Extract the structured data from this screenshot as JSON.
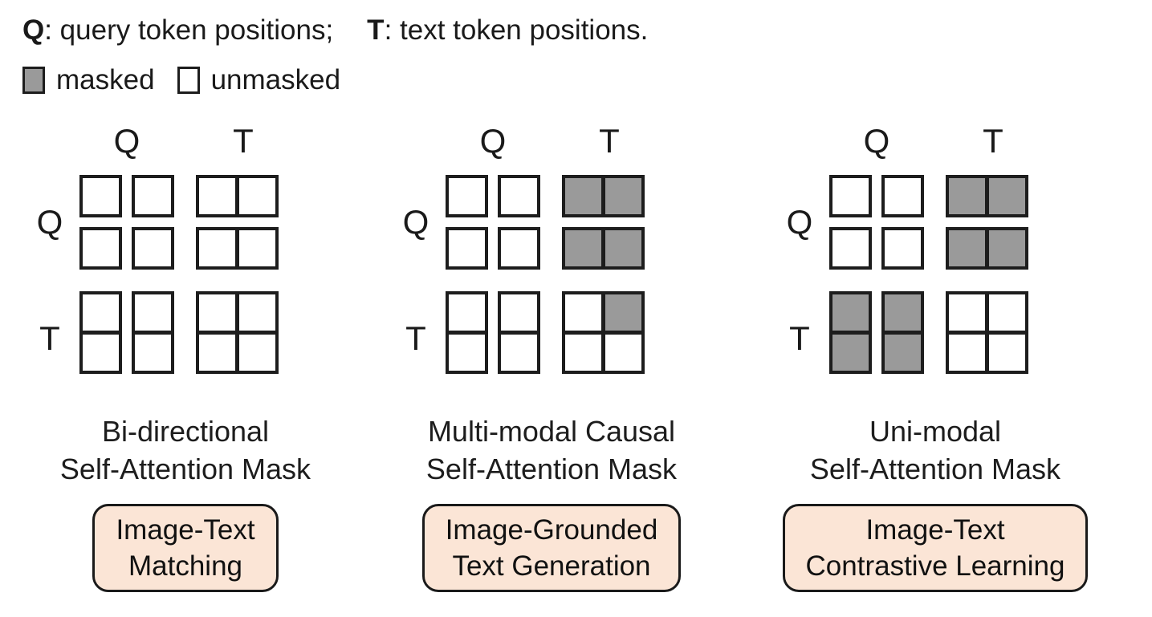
{
  "legend": {
    "q_term": "Q",
    "q_desc": ": query token positions;",
    "t_term": "T",
    "t_desc": ": text token positions.",
    "masked_label": "masked",
    "unmasked_label": "unmasked"
  },
  "colors": {
    "masked": "#9a9a9a",
    "unmasked": "#ffffff",
    "cell_border": "#1d1d1d",
    "pill_bg": "#fbe5d6",
    "pill_border": "#1a1a1a"
  },
  "panels": [
    {
      "col_label_1": "Q",
      "col_label_2": "T",
      "row_label_1": "Q",
      "row_label_2": "T",
      "mask": [
        [
          0,
          0,
          0,
          0
        ],
        [
          0,
          0,
          0,
          0
        ],
        [
          0,
          0,
          0,
          0
        ],
        [
          0,
          0,
          0,
          0
        ]
      ],
      "caption_line1": "Bi-directional",
      "caption_line2": "Self-Attention Mask",
      "pill_line1": "Image-Text",
      "pill_line2": "Matching"
    },
    {
      "col_label_1": "Q",
      "col_label_2": "T",
      "row_label_1": "Q",
      "row_label_2": "T",
      "mask": [
        [
          0,
          0,
          1,
          1
        ],
        [
          0,
          0,
          1,
          1
        ],
        [
          0,
          0,
          0,
          1
        ],
        [
          0,
          0,
          0,
          0
        ]
      ],
      "caption_line1": "Multi-modal Causal",
      "caption_line2": "Self-Attention Mask",
      "pill_line1": "Image-Grounded",
      "pill_line2": "Text Generation"
    },
    {
      "col_label_1": "Q",
      "col_label_2": "T",
      "row_label_1": "Q",
      "row_label_2": "T",
      "mask": [
        [
          0,
          0,
          1,
          1
        ],
        [
          0,
          0,
          1,
          1
        ],
        [
          1,
          1,
          0,
          0
        ],
        [
          1,
          1,
          0,
          0
        ]
      ],
      "caption_line1": "Uni-modal",
      "caption_line2": "Self-Attention Mask",
      "pill_line1": "Image-Text",
      "pill_line2": "Contrastive Learning"
    }
  ]
}
